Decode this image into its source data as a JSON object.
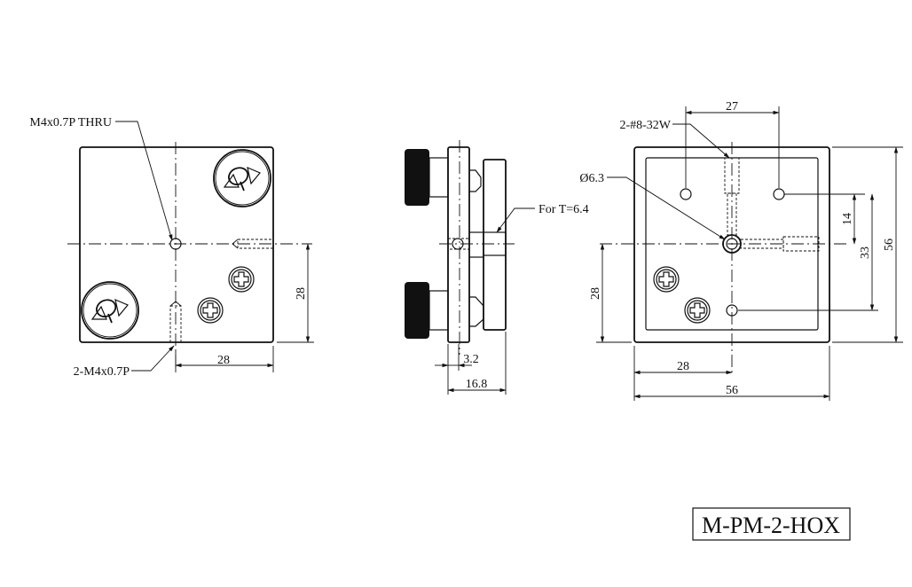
{
  "front_view": {
    "callout_thru_hole": "M4x0.7P THRU",
    "callout_tapped": "2-M4x0.7P",
    "dim_horizontal": "28",
    "dim_vertical": "28"
  },
  "side_view": {
    "callout_thickness": "For T=6.4",
    "dim_small": "3.2",
    "dim_total": "16.8"
  },
  "back_view": {
    "callout_screw": "2-#8-32W",
    "callout_diameter": "Ø6.3",
    "dim_top": "27",
    "dim_right_14": "14",
    "dim_right_33": "33",
    "dim_right_56": "56",
    "dim_left_28": "28",
    "dim_bottom_28": "28",
    "dim_bottom_56": "56"
  },
  "model_label": "M-PM-2-HOX",
  "icons": [
    "knob-symbol-icon",
    "hex-socket-screw-icon"
  ]
}
